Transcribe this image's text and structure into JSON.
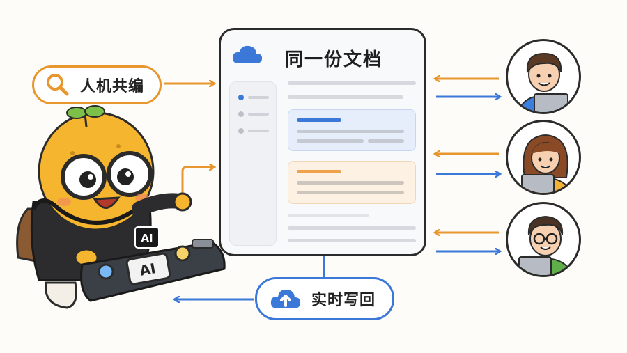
{
  "doc": {
    "title": "同一份文档",
    "icon": "cloud-icon",
    "sidebar_items": 3,
    "highlight_colors": {
      "blue": "#4a86e0",
      "orange": "#f0a24a"
    }
  },
  "labels": {
    "coedit": "人机共编",
    "writeback": "实时写回"
  },
  "icons": {
    "search": "search-icon",
    "upload": "cloud-upload-icon"
  },
  "colors": {
    "orange": "#e8962e",
    "blue": "#3b78d8",
    "outline": "#2b2b2b"
  },
  "users": [
    {
      "name": "user-boy",
      "shirt": "#3a7fe0"
    },
    {
      "name": "user-girl",
      "shirt": "#f2b233"
    },
    {
      "name": "user-glasses",
      "shirt": "#5fb04a"
    }
  ],
  "mascot": {
    "chest_badge": "AI",
    "key_label": "AI"
  }
}
